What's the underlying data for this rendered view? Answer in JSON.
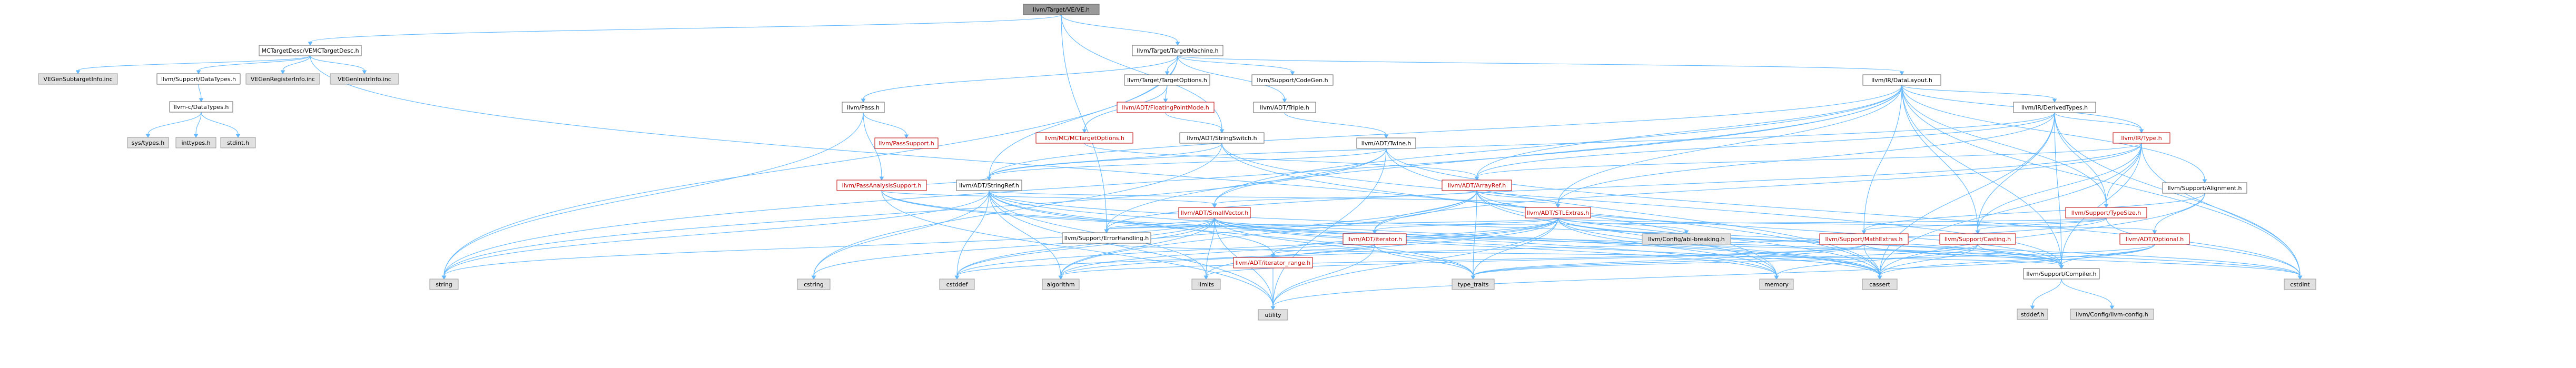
{
  "diagram": {
    "nodes": [
      {
        "id": "root",
        "label": "llvm/Target/VE/VE.h",
        "style": "root"
      },
      {
        "id": "mcdesc",
        "label": "MCTargetDesc/VEMCTargetDesc.h",
        "style": "plain"
      },
      {
        "id": "tm",
        "label": "llvm/Target/TargetMachine.h",
        "style": "plain"
      },
      {
        "id": "vesub",
        "label": "VEGenSubtargetInfo.inc",
        "style": "gray"
      },
      {
        "id": "supdt",
        "label": "llvm/Support/DataTypes.h",
        "style": "plain"
      },
      {
        "id": "vereg",
        "label": "VEGenRegisterInfo.inc",
        "style": "gray"
      },
      {
        "id": "veinstr",
        "label": "VEGenInstrInfo.inc",
        "style": "gray"
      },
      {
        "id": "cdt",
        "label": "llvm-c/DataTypes.h",
        "style": "plain"
      },
      {
        "id": "systypes",
        "label": "sys/types.h",
        "style": "gray"
      },
      {
        "id": "inttypes",
        "label": "inttypes.h",
        "style": "gray"
      },
      {
        "id": "stdint",
        "label": "stdint.h",
        "style": "gray"
      },
      {
        "id": "pass",
        "label": "llvm/Pass.h",
        "style": "plain"
      },
      {
        "id": "tto",
        "label": "llvm/Target/TargetOptions.h",
        "style": "plain"
      },
      {
        "id": "triple",
        "label": "llvm/ADT/Triple.h",
        "style": "plain"
      },
      {
        "id": "codegen",
        "label": "llvm/Support/CodeGen.h",
        "style": "plain"
      },
      {
        "id": "datalayout",
        "label": "llvm/IR/DataLayout.h",
        "style": "plain"
      },
      {
        "id": "passsupport",
        "label": "llvm/PassSupport.h",
        "style": "red"
      },
      {
        "id": "fpmode",
        "label": "llvm/ADT/FloatingPointMode.h",
        "style": "red"
      },
      {
        "id": "twine",
        "label": "llvm/ADT/Twine.h",
        "style": "plain"
      },
      {
        "id": "mcto",
        "label": "llvm/MC/MCTargetOptions.h",
        "style": "red"
      },
      {
        "id": "strswitch",
        "label": "llvm/ADT/StringSwitch.h",
        "style": "plain"
      },
      {
        "id": "derived",
        "label": "llvm/IR/DerivedTypes.h",
        "style": "plain"
      },
      {
        "id": "irtype",
        "label": "llvm/IR/Type.h",
        "style": "red"
      },
      {
        "id": "pas",
        "label": "llvm/PassAnalysisSupport.h",
        "style": "red"
      },
      {
        "id": "stringref",
        "label": "llvm/ADT/StringRef.h",
        "style": "plain"
      },
      {
        "id": "arrayref",
        "label": "llvm/ADT/ArrayRef.h",
        "style": "red"
      },
      {
        "id": "salign",
        "label": "llvm/Support/Alignment.h",
        "style": "plain"
      },
      {
        "id": "smallvec",
        "label": "llvm/ADT/SmallVector.h",
        "style": "red"
      },
      {
        "id": "stlextras",
        "label": "llvm/ADT/STLExtras.h",
        "style": "red"
      },
      {
        "id": "typesize",
        "label": "llvm/Support/TypeSize.h",
        "style": "red"
      },
      {
        "id": "errh",
        "label": "llvm/Support/ErrorHandling.h",
        "style": "plain"
      },
      {
        "id": "iterator",
        "label": "llvm/ADT/iterator.h",
        "style": "red"
      },
      {
        "id": "configabi",
        "label": "llvm/Config/abi-breaking.h",
        "style": "gray"
      },
      {
        "id": "mathextras",
        "label": "llvm/Support/MathExtras.h",
        "style": "red"
      },
      {
        "id": "casting",
        "label": "llvm/Support/Casting.h",
        "style": "red"
      },
      {
        "id": "optional",
        "label": "llvm/ADT/Optional.h",
        "style": "red"
      },
      {
        "id": "itrange",
        "label": "llvm/ADT/iterator_range.h",
        "style": "red"
      },
      {
        "id": "compiler",
        "label": "llvm/Support/Compiler.h",
        "style": "plain"
      },
      {
        "id": "string",
        "label": "string",
        "style": "gray"
      },
      {
        "id": "cstring",
        "label": "cstring",
        "style": "gray"
      },
      {
        "id": "cstddef",
        "label": "cstddef",
        "style": "gray"
      },
      {
        "id": "algorithm",
        "label": "algorithm",
        "style": "gray"
      },
      {
        "id": "limits",
        "label": "limits",
        "style": "gray"
      },
      {
        "id": "typetraits",
        "label": "type_traits",
        "style": "gray"
      },
      {
        "id": "memory",
        "label": "memory",
        "style": "gray"
      },
      {
        "id": "cassert",
        "label": "cassert",
        "style": "gray"
      },
      {
        "id": "cstdint",
        "label": "cstdint",
        "style": "gray"
      },
      {
        "id": "utility",
        "label": "utility",
        "style": "gray"
      },
      {
        "id": "stddef",
        "label": "stddef.h",
        "style": "gray"
      },
      {
        "id": "llvmconfig",
        "label": "llvm/Config/llvm-config.h",
        "style": "gray"
      }
    ],
    "edges": [
      [
        "root",
        "mcdesc"
      ],
      [
        "root",
        "tm"
      ],
      [
        "root",
        "strswitch"
      ],
      [
        "root",
        "errh"
      ],
      [
        "mcdesc",
        "vesub"
      ],
      [
        "mcdesc",
        "supdt"
      ],
      [
        "mcdesc",
        "vereg"
      ],
      [
        "mcdesc",
        "veinstr"
      ],
      [
        "mcdesc",
        "memory"
      ],
      [
        "supdt",
        "cdt"
      ],
      [
        "cdt",
        "systypes"
      ],
      [
        "cdt",
        "inttypes"
      ],
      [
        "cdt",
        "stdint"
      ],
      [
        "tm",
        "pass"
      ],
      [
        "tm",
        "tto"
      ],
      [
        "tm",
        "triple"
      ],
      [
        "tm",
        "codegen"
      ],
      [
        "tm",
        "datalayout"
      ],
      [
        "tm",
        "stringref"
      ],
      [
        "tm",
        "string"
      ],
      [
        "pass",
        "passsupport"
      ],
      [
        "pass",
        "pas"
      ],
      [
        "pass",
        "string"
      ],
      [
        "tto",
        "fpmode"
      ],
      [
        "tto",
        "mcto"
      ],
      [
        "fpmode",
        "strswitch"
      ],
      [
        "mcto",
        "arrayref"
      ],
      [
        "triple",
        "twine"
      ],
      [
        "twine",
        "smallvec"
      ],
      [
        "twine",
        "stringref"
      ],
      [
        "twine",
        "cassert"
      ],
      [
        "twine",
        "cstdint"
      ],
      [
        "twine",
        "string"
      ],
      [
        "twine",
        "utility"
      ],
      [
        "strswitch",
        "stringref"
      ],
      [
        "strswitch",
        "compiler"
      ],
      [
        "strswitch",
        "cassert"
      ],
      [
        "strswitch",
        "cstring"
      ],
      [
        "datalayout",
        "derived"
      ],
      [
        "datalayout",
        "irtype"
      ],
      [
        "datalayout",
        "salign"
      ],
      [
        "datalayout",
        "typesize"
      ],
      [
        "datalayout",
        "arrayref"
      ],
      [
        "datalayout",
        "stlextras"
      ],
      [
        "datalayout",
        "smallvec"
      ],
      [
        "datalayout",
        "stringref"
      ],
      [
        "datalayout",
        "mathextras"
      ],
      [
        "datalayout",
        "errh"
      ],
      [
        "datalayout",
        "cstdint"
      ],
      [
        "datalayout",
        "casting"
      ],
      [
        "datalayout",
        "string"
      ],
      [
        "datalayout",
        "compiler"
      ],
      [
        "derived",
        "irtype"
      ],
      [
        "derived",
        "arrayref"
      ],
      [
        "derived",
        "stlextras"
      ],
      [
        "derived",
        "stringref"
      ],
      [
        "derived",
        "casting"
      ],
      [
        "derived",
        "compiler"
      ],
      [
        "derived",
        "typesize"
      ],
      [
        "derived",
        "cassert"
      ],
      [
        "derived",
        "cstdint"
      ],
      [
        "irtype",
        "arrayref"
      ],
      [
        "irtype",
        "casting"
      ],
      [
        "irtype",
        "compiler"
      ],
      [
        "irtype",
        "errh"
      ],
      [
        "irtype",
        "typesize"
      ],
      [
        "irtype",
        "cassert"
      ],
      [
        "irtype",
        "cstdint"
      ],
      [
        "irtype",
        "iterator"
      ],
      [
        "pas",
        "smallvec"
      ],
      [
        "pas",
        "stringref"
      ],
      [
        "pas",
        "cassert"
      ],
      [
        "pas",
        "memory"
      ],
      [
        "pas",
        "utility"
      ],
      [
        "stringref",
        "stlextras"
      ],
      [
        "stringref",
        "compiler"
      ],
      [
        "stringref",
        "algorithm"
      ],
      [
        "stringref",
        "cassert"
      ],
      [
        "stringref",
        "cstddef"
      ],
      [
        "stringref",
        "cstring"
      ],
      [
        "stringref",
        "limits"
      ],
      [
        "stringref",
        "string"
      ],
      [
        "stringref",
        "typetraits"
      ],
      [
        "stringref",
        "utility"
      ],
      [
        "stringref",
        "itrange"
      ],
      [
        "arrayref",
        "smallvec"
      ],
      [
        "arrayref",
        "stlextras"
      ],
      [
        "arrayref",
        "compiler"
      ],
      [
        "arrayref",
        "algorithm"
      ],
      [
        "arrayref",
        "cassert"
      ],
      [
        "arrayref",
        "cstddef"
      ],
      [
        "arrayref",
        "memory"
      ],
      [
        "arrayref",
        "typetraits"
      ],
      [
        "arrayref",
        "iterator"
      ],
      [
        "salign",
        "mathextras"
      ],
      [
        "salign",
        "optional"
      ],
      [
        "salign",
        "cassert"
      ],
      [
        "smallvec",
        "compiler"
      ],
      [
        "smallvec",
        "typetraits"
      ],
      [
        "smallvec",
        "algorithm"
      ],
      [
        "smallvec",
        "cassert"
      ],
      [
        "smallvec",
        "cstddef"
      ],
      [
        "smallvec",
        "cstdint"
      ],
      [
        "smallvec",
        "cstring"
      ],
      [
        "smallvec",
        "limits"
      ],
      [
        "smallvec",
        "memory"
      ],
      [
        "smallvec",
        "utility"
      ],
      [
        "smallvec",
        "errh"
      ],
      [
        "smallvec",
        "string"
      ],
      [
        "stlextras",
        "configabi"
      ],
      [
        "stlextras",
        "iterator"
      ],
      [
        "stlextras",
        "itrange"
      ],
      [
        "stlextras",
        "errh"
      ],
      [
        "stlextras",
        "optional"
      ],
      [
        "stlextras",
        "algorithm"
      ],
      [
        "stlextras",
        "cassert"
      ],
      [
        "stlextras",
        "cstddef"
      ],
      [
        "stlextras",
        "cstdint"
      ],
      [
        "stlextras",
        "limits"
      ],
      [
        "stlextras",
        "memory"
      ],
      [
        "stlextras",
        "typetraits"
      ],
      [
        "stlextras",
        "utility"
      ],
      [
        "stlextras",
        "compiler"
      ],
      [
        "typesize",
        "mathextras"
      ],
      [
        "typesize",
        "errh"
      ],
      [
        "typesize",
        "algorithm"
      ],
      [
        "typesize",
        "cstdint"
      ],
      [
        "typesize",
        "casting"
      ],
      [
        "errh",
        "compiler"
      ],
      [
        "iterator",
        "itrange"
      ],
      [
        "iterator",
        "cstddef"
      ],
      [
        "iterator",
        "typetraits"
      ],
      [
        "iterator",
        "utility"
      ],
      [
        "mathextras",
        "compiler"
      ],
      [
        "mathextras",
        "cassert"
      ],
      [
        "mathextras",
        "cstdint"
      ],
      [
        "mathextras",
        "limits"
      ],
      [
        "mathextras",
        "typetraits"
      ],
      [
        "mathextras",
        "algorithm"
      ],
      [
        "casting",
        "compiler"
      ],
      [
        "casting",
        "cassert"
      ],
      [
        "casting",
        "memory"
      ],
      [
        "casting",
        "typetraits"
      ],
      [
        "optional",
        "compiler"
      ],
      [
        "optional",
        "cassert"
      ],
      [
        "optional",
        "utility"
      ],
      [
        "optional",
        "typetraits"
      ],
      [
        "itrange",
        "utility"
      ],
      [
        "compiler",
        "stddef"
      ],
      [
        "compiler",
        "llvmconfig"
      ]
    ]
  }
}
